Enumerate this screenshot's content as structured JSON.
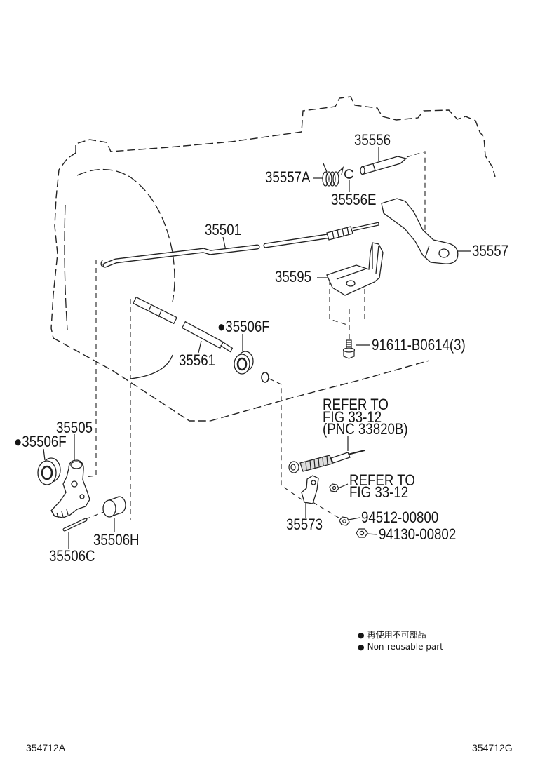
{
  "labels": {
    "p35556": "35556",
    "p35557A": "35557A",
    "p35556E": "35556E",
    "p35501": "35501",
    "p35557": "35557",
    "p35595": "35595",
    "p35506F_right": "35506F",
    "p91611": "91611-B0614(3)",
    "p35561": "35561",
    "refer1_line1": "REFER TO",
    "refer1_line2": "FIG 33-12",
    "refer1_line3": "(PNC 33820B)",
    "p35505": "35505",
    "p35506F_left": "35506F",
    "refer2_line1": "REFER TO",
    "refer2_line2": "FIG 33-12",
    "p94512": "94512-00800",
    "p35573": "35573",
    "p94130": "94130-00802",
    "p35506H": "35506H",
    "p35506C": "35506C"
  },
  "legend": {
    "marker": "●",
    "japanese": "再使用不可部品",
    "english": "Non-reusable part"
  },
  "footer": {
    "left_code": "354712A",
    "right_code": "354712G"
  }
}
